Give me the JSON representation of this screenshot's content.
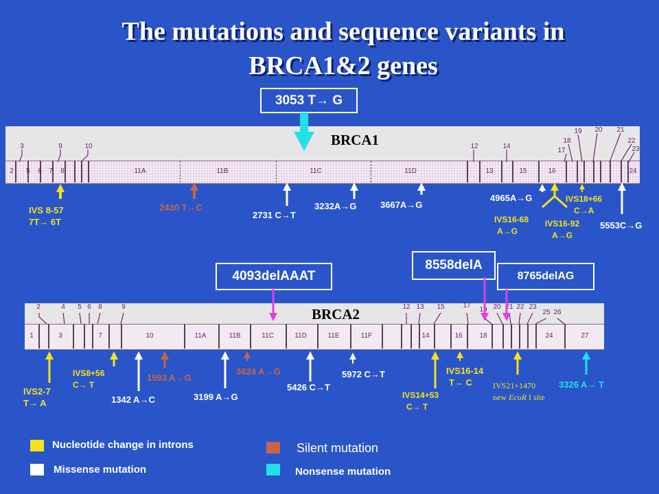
{
  "title": {
    "line1": "The mutations and sequence variants in",
    "line2": "BRCA1&2 genes"
  },
  "colors": {
    "background": "#2a55c8",
    "intron": "#f4e21c",
    "missense": "#ffffff",
    "silent": "#c8644a",
    "nonsense": "#22e0e8",
    "deletion": "#e040e0"
  },
  "brca1": {
    "name": "BRCA1",
    "boxed_mutation": "3053 T→ G",
    "exons_in_bar": [
      "2",
      "5",
      "6",
      "7",
      "8",
      "11A",
      "11B",
      "11C",
      "11D",
      "13",
      "15",
      "16",
      "24"
    ],
    "exons_above": [
      "3",
      "9",
      "10",
      "12",
      "14",
      "17",
      "18",
      "19",
      "20",
      "21",
      "22",
      "23"
    ],
    "mutations": [
      {
        "line1": "IVS 8-57",
        "line2": "7T→ 6T",
        "type": "intron"
      },
      {
        "line1": "2430 T→C",
        "type": "silent"
      },
      {
        "line1": "2731 C→T",
        "type": "missense"
      },
      {
        "line1": "3232A→G",
        "type": "missense"
      },
      {
        "line1": "3667A→G",
        "type": "missense"
      },
      {
        "line1": "4965A→G",
        "type": "missense"
      },
      {
        "line1": "IVS16-68",
        "line2": "A→G",
        "type": "intron"
      },
      {
        "line1": "IVS16-92",
        "line2": "A→G",
        "type": "intron"
      },
      {
        "line1": "IVS18+66",
        "line2": "C→A",
        "type": "intron"
      },
      {
        "line1": "5553C→G",
        "type": "missense"
      }
    ]
  },
  "brca2": {
    "name": "BRCA2",
    "boxed_mutations": [
      "4093delAAAT",
      "8558delA",
      "8765delAG"
    ],
    "exons_in_bar": [
      "1",
      "3",
      "7",
      "10",
      "11A",
      "11B",
      "11C",
      "11D",
      "11E",
      "11F",
      "14",
      "16",
      "18",
      "24",
      "27"
    ],
    "exons_above": [
      "2",
      "4",
      "5",
      "6",
      "8",
      "9",
      "12",
      "13",
      "15",
      "17",
      "19",
      "20",
      "21",
      "22",
      "23",
      "25",
      "26"
    ],
    "mutations": [
      {
        "line1": "IVS2-7",
        "line2": "T→ A",
        "type": "intron"
      },
      {
        "line1": "IVS8+56",
        "line2": "C→ T",
        "type": "intron"
      },
      {
        "line1": "1342 A→C",
        "type": "missense"
      },
      {
        "line1": "1593 A→G",
        "type": "silent"
      },
      {
        "line1": "3199 A→G",
        "type": "missense"
      },
      {
        "line1": "3624 A→G",
        "type": "silent"
      },
      {
        "line1": "5426 C→T",
        "type": "missense"
      },
      {
        "line1": "5972 C→T",
        "type": "missense"
      },
      {
        "line1": "IVS14+53",
        "line2": "C→ T",
        "type": "intron"
      },
      {
        "line1": "IVS16-14",
        "line2": "T→ C",
        "type": "intron"
      },
      {
        "line1": "IVS21+1470",
        "line2a": "new ",
        "line2b": "EcoR",
        "line2c": " I site",
        "type": "intron"
      },
      {
        "line1": "3326 A→ T",
        "type": "nonsense"
      }
    ]
  },
  "legend": {
    "intron": "Nucleotide change in introns",
    "missense": "Missense mutation",
    "silent": "Silent mutation",
    "nonsense": "Nonsense mutation"
  }
}
